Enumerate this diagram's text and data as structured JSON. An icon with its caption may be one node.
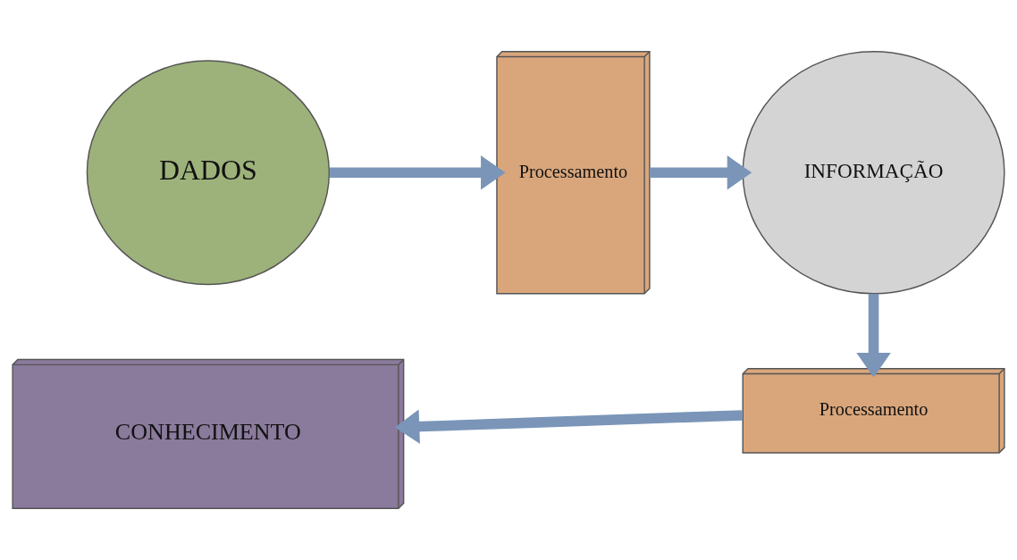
{
  "diagram": {
    "nodes": [
      {
        "text": [
          "DADOS"
        ]
      },
      {
        "text": [
          "Processamento"
        ]
      },
      {
        "text": [
          "INFORMAÇÃO"
        ]
      },
      {
        "text": [
          "Processamento"
        ]
      },
      {
        "text": [
          "CONHECIMENTO"
        ]
      }
    ],
    "edges": [
      {
        "from": 0,
        "to": 1,
        "arrow": "to"
      },
      {
        "from": 1,
        "to": 2,
        "arrow": "to"
      },
      {
        "from": 2,
        "to": 3,
        "arrow": "to"
      },
      {
        "from": 3,
        "to": 4,
        "arrow": "to"
      }
    ]
  }
}
